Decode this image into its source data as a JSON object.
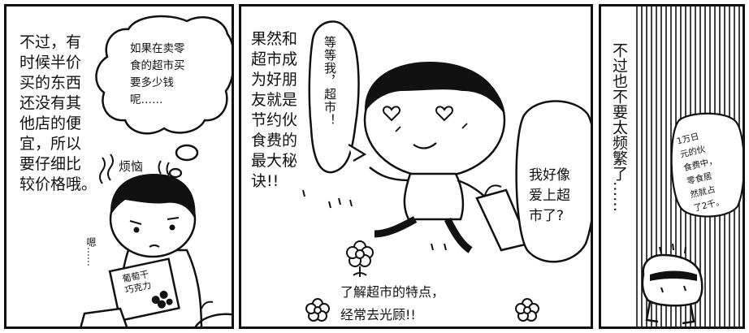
{
  "panels": [
    {
      "narration": "不过，有\n时候半价\n买的东西\n还没有其\n他店的便\n宜，所以\n要仔细比\n较价格哦。",
      "thought": "如果在卖零\n食的超市买\n要多少钱\n呢……",
      "fret": "烦恼",
      "mumble": "嗯……",
      "package": "葡萄干\n巧克力"
    },
    {
      "narration": "果然和\n超市成\n为好朋\n友就是\n节约伙\n食费的\n最大秘\n诀!!",
      "shout": "等等我，超市！",
      "love": "我好像\n爱上超\n市了?",
      "caption": "了解超市的特点，\n经常去光顾!!"
    },
    {
      "narration": "不过也不要太频繁了……",
      "note": "1万日\n元的伙\n食费中，\n零食居\n然就占\n了2千。"
    }
  ],
  "colors": {
    "ink": "#111111",
    "paper": "#ffffff",
    "shade": "#e6e6e6"
  }
}
